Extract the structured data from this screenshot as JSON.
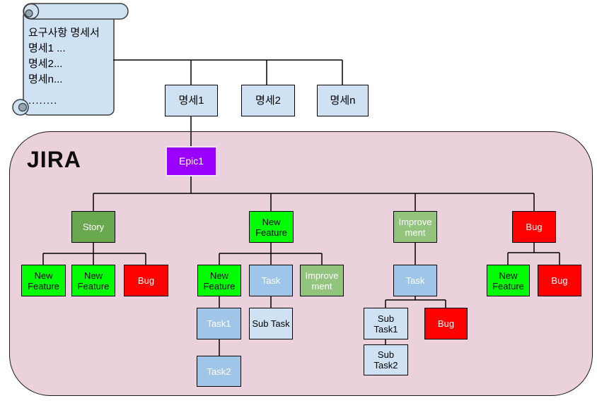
{
  "scroll": {
    "lines": [
      "요구사항 명세서",
      "명세1 ...",
      "명세2...",
      "명세n...",
      "........"
    ]
  },
  "spec_boxes": [
    {
      "label": "명세1"
    },
    {
      "label": "명세2"
    },
    {
      "label": "명세n"
    }
  ],
  "jira": {
    "title": "JIRA",
    "nodes": {
      "epic1": {
        "label": "Epic1",
        "type": "epic"
      },
      "story": {
        "label": "Story",
        "type": "story"
      },
      "nf_main": {
        "label": "New Feature",
        "type": "new_feature"
      },
      "imp_main": {
        "label": "Improvement",
        "type": "improvement"
      },
      "bug_main": {
        "label": "Bug",
        "type": "bug"
      },
      "nf_1a": {
        "label": "New Feature",
        "type": "new_feature"
      },
      "nf_1b": {
        "label": "New Feature",
        "type": "new_feature"
      },
      "bug_1c": {
        "label": "Bug",
        "type": "bug"
      },
      "nf_2a": {
        "label": "New Feature",
        "type": "new_feature"
      },
      "task_2b": {
        "label": "Task",
        "type": "task"
      },
      "imp_2c": {
        "label": "Improvement",
        "type": "improvement"
      },
      "task1": {
        "label": "Task1",
        "type": "task"
      },
      "task2": {
        "label": "Task2",
        "type": "task"
      },
      "sub_task": {
        "label": "Sub Task",
        "type": "sub_task"
      },
      "task_3a": {
        "label": "Task",
        "type": "task"
      },
      "sub_task1": {
        "label": "Sub Task1",
        "type": "sub_task"
      },
      "bug_3c": {
        "label": "Bug",
        "type": "bug"
      },
      "sub_task2": {
        "label": "Sub Task2",
        "type": "sub_task"
      },
      "nf_4a": {
        "label": "New Feature",
        "type": "new_feature"
      },
      "bug_4b": {
        "label": "Bug",
        "type": "bug"
      }
    },
    "edges": [
      [
        "scroll",
        "spec1"
      ],
      [
        "scroll",
        "spec2"
      ],
      [
        "scroll",
        "specn"
      ],
      [
        "spec1",
        "epic1"
      ],
      [
        "epic1",
        "story"
      ],
      [
        "epic1",
        "nf_main"
      ],
      [
        "epic1",
        "imp_main"
      ],
      [
        "epic1",
        "bug_main"
      ],
      [
        "story",
        "nf_1a"
      ],
      [
        "story",
        "nf_1b"
      ],
      [
        "story",
        "bug_1c"
      ],
      [
        "nf_main",
        "nf_2a"
      ],
      [
        "nf_main",
        "task_2b"
      ],
      [
        "nf_main",
        "imp_2c"
      ],
      [
        "nf_2a",
        "task1"
      ],
      [
        "task1",
        "task2"
      ],
      [
        "task_2b",
        "sub_task"
      ],
      [
        "imp_main",
        "task_3a"
      ],
      [
        "task_3a",
        "sub_task1"
      ],
      [
        "task_3a",
        "bug_3c"
      ],
      [
        "sub_task1",
        "sub_task2"
      ],
      [
        "bug_main",
        "nf_4a"
      ],
      [
        "bug_main",
        "bug_4b"
      ]
    ],
    "colors": {
      "epic": "#9900ff",
      "story": "#6aa84f",
      "new_feature": "#00ff00",
      "improvement": "#93c47d",
      "bug": "#ff0000",
      "task": "#9fc5e8",
      "sub_task": "#cfe2f3",
      "container_bg": "#ead1dc",
      "doc_fill": "#cfe2f3"
    }
  }
}
